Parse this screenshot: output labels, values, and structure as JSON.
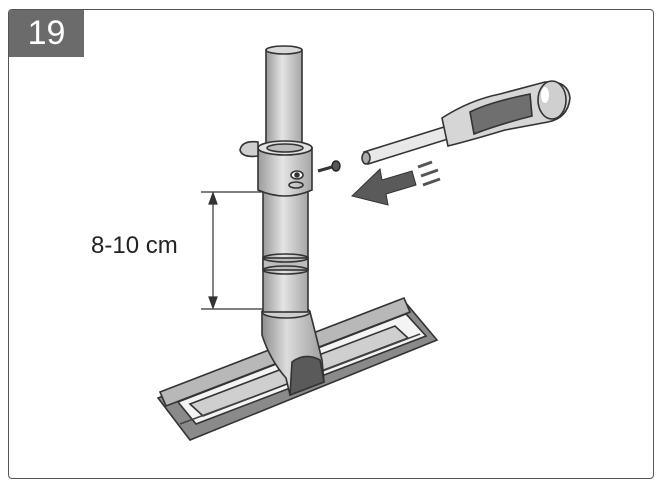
{
  "step": {
    "number": "19"
  },
  "dimension": {
    "label": "8-10 cm"
  },
  "icons": [
    "telescopic-tube",
    "clamp-screw",
    "screwdriver",
    "insert-arrow",
    "floor-nozzle",
    "dimension-arrow"
  ],
  "colors": {
    "badge": "#6b6b6b",
    "outline": "#333333",
    "tube_fill": "#d9d9d9",
    "dark_fill": "#6f6f6f"
  }
}
